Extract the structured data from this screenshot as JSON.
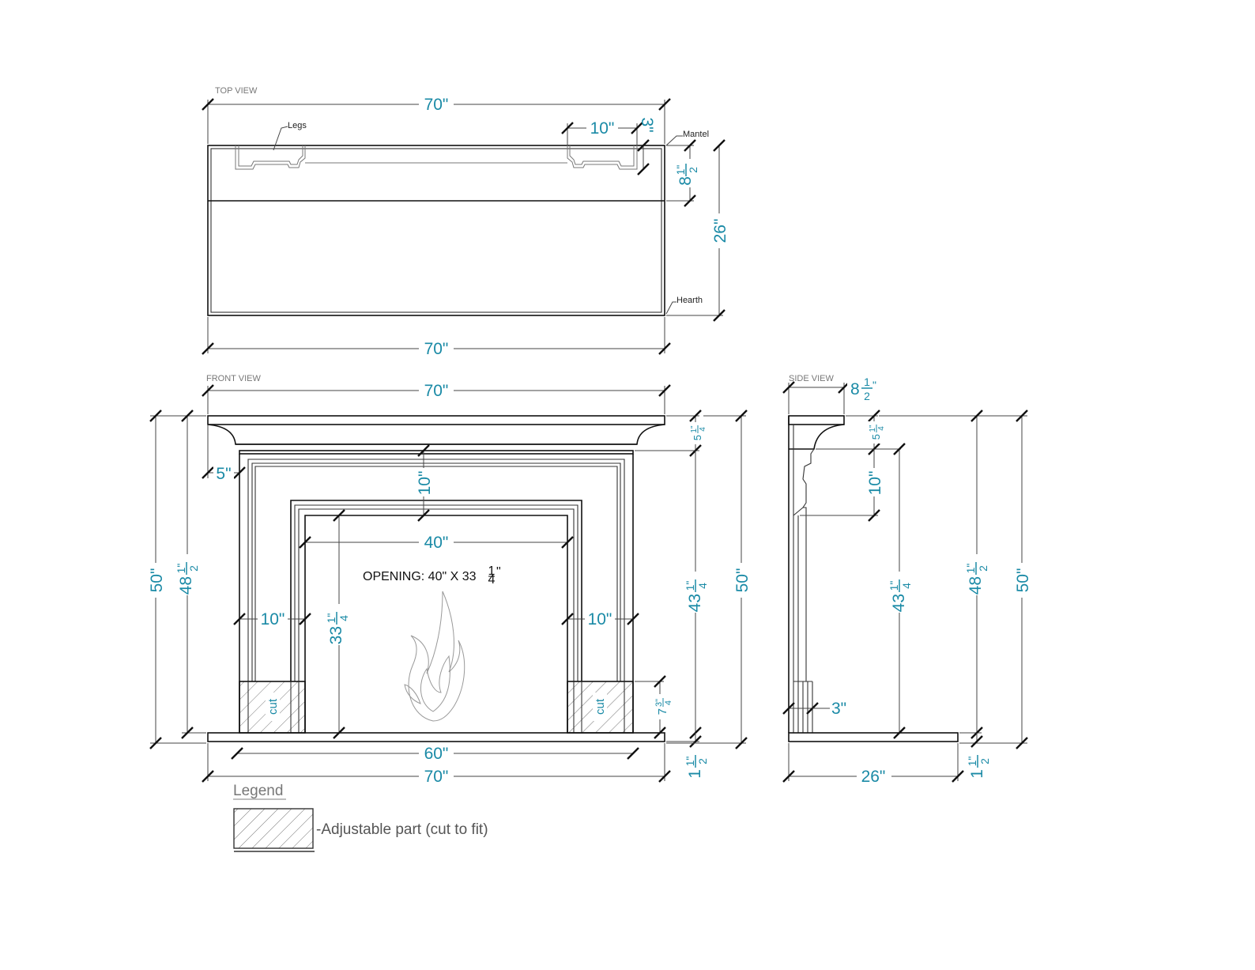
{
  "views": {
    "top": "TOP VIEW",
    "front": "FRONT VIEW",
    "side": "SIDE VIEW"
  },
  "notes": {
    "legs": "Legs",
    "mantel": "Mantel",
    "hearth": "Hearth"
  },
  "dims": {
    "top_width": "70\"",
    "top_bottom_width": "70\"",
    "leg_width": "10\"",
    "leg_depth": "3\"",
    "mantel_depth": [
      "8",
      "1\"",
      "2"
    ],
    "top_depth": "26\"",
    "front_width": "70\"",
    "mantel_overhang": "5\"",
    "header": "10\"",
    "opening_width": "40\"",
    "leg_left": "10\"",
    "leg_right": "10\"",
    "opening_height": [
      "33",
      "1\"",
      "4"
    ],
    "mantel_thickness": [
      "5",
      "1\"",
      "4"
    ],
    "height_43": [
      "43",
      "1\"",
      "4"
    ],
    "base_height": [
      "7",
      "3\"",
      "4"
    ],
    "hearth_inner": "60\"",
    "hearth_width": "70\"",
    "hearth_thickness": [
      "1",
      "1\"",
      "2"
    ],
    "total_height": "50\"",
    "height_48": [
      "48",
      "1\"",
      "2"
    ],
    "front_right_height": "50\"",
    "side_mantel_depth": [
      "8",
      "1",
      "2",
      "\""
    ],
    "side_mantel_thickness": [
      "5",
      "1\"",
      "4"
    ],
    "side_header": "10\"",
    "side_height_43": [
      "43",
      "1\"",
      "4"
    ],
    "side_height_48": [
      "48",
      "1\"",
      "2"
    ],
    "side_height_50": "50\"",
    "side_leg_depth": "3\"",
    "side_depth": "26\"",
    "side_hearth_thickness": [
      "1",
      "1\"",
      "2"
    ]
  },
  "opening_label": {
    "main": "OPENING: 40\" X 33",
    "num": "1",
    "den": "4",
    "unit": "\""
  },
  "cut_label": "cut",
  "legend": {
    "title": "Legend",
    "description": "-Adjustable part (cut to fit)"
  }
}
